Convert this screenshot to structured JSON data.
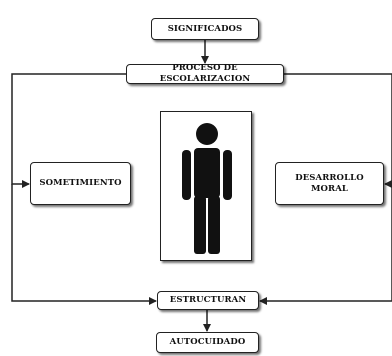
{
  "nodes": {
    "significados": "SIGNIFICADOS",
    "proceso": "PROCESO DE ESCOLARIZACION",
    "sometimiento": "SOMETIMIENTO",
    "desarrollo_line1": "DESARROLLO",
    "desarrollo_line2": "MORAL",
    "estructuran": "ESTRUCTURAN",
    "autocuidado": "AUTOCUIDADO"
  },
  "icons": {
    "center": "person-silhouette-icon"
  },
  "colors": {
    "line": "#222222",
    "figure": "#111111"
  }
}
